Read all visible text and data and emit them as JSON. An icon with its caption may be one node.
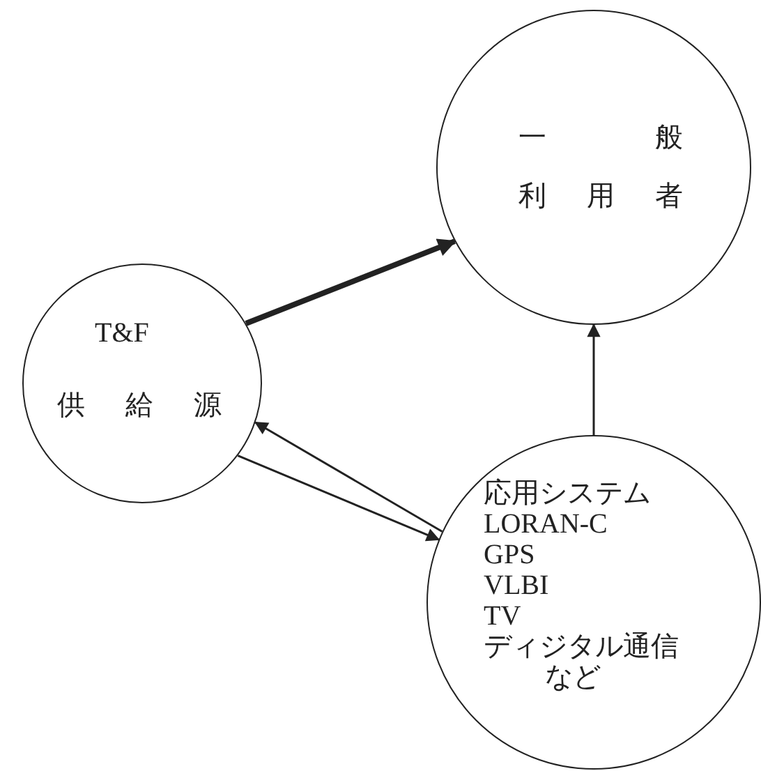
{
  "diagram": {
    "nodes": [
      {
        "text": [
          "一般",
          "利用者"
        ]
      },
      {
        "text": [
          "T&F",
          "供給源"
        ]
      },
      {
        "text": [
          "応用システム",
          "LORAN-C",
          "GPS",
          "VLBI",
          "TV",
          "ディジタル通信",
          "など"
        ]
      }
    ],
    "edges": [
      {
        "from": 1,
        "to": 0,
        "arrow": "to",
        "style": "thick"
      },
      {
        "from": 2,
        "to": 1,
        "arrow": "to"
      },
      {
        "from": 1,
        "to": 2,
        "arrow": "to"
      },
      {
        "from": 2,
        "to": 0,
        "arrow": "to"
      }
    ]
  }
}
